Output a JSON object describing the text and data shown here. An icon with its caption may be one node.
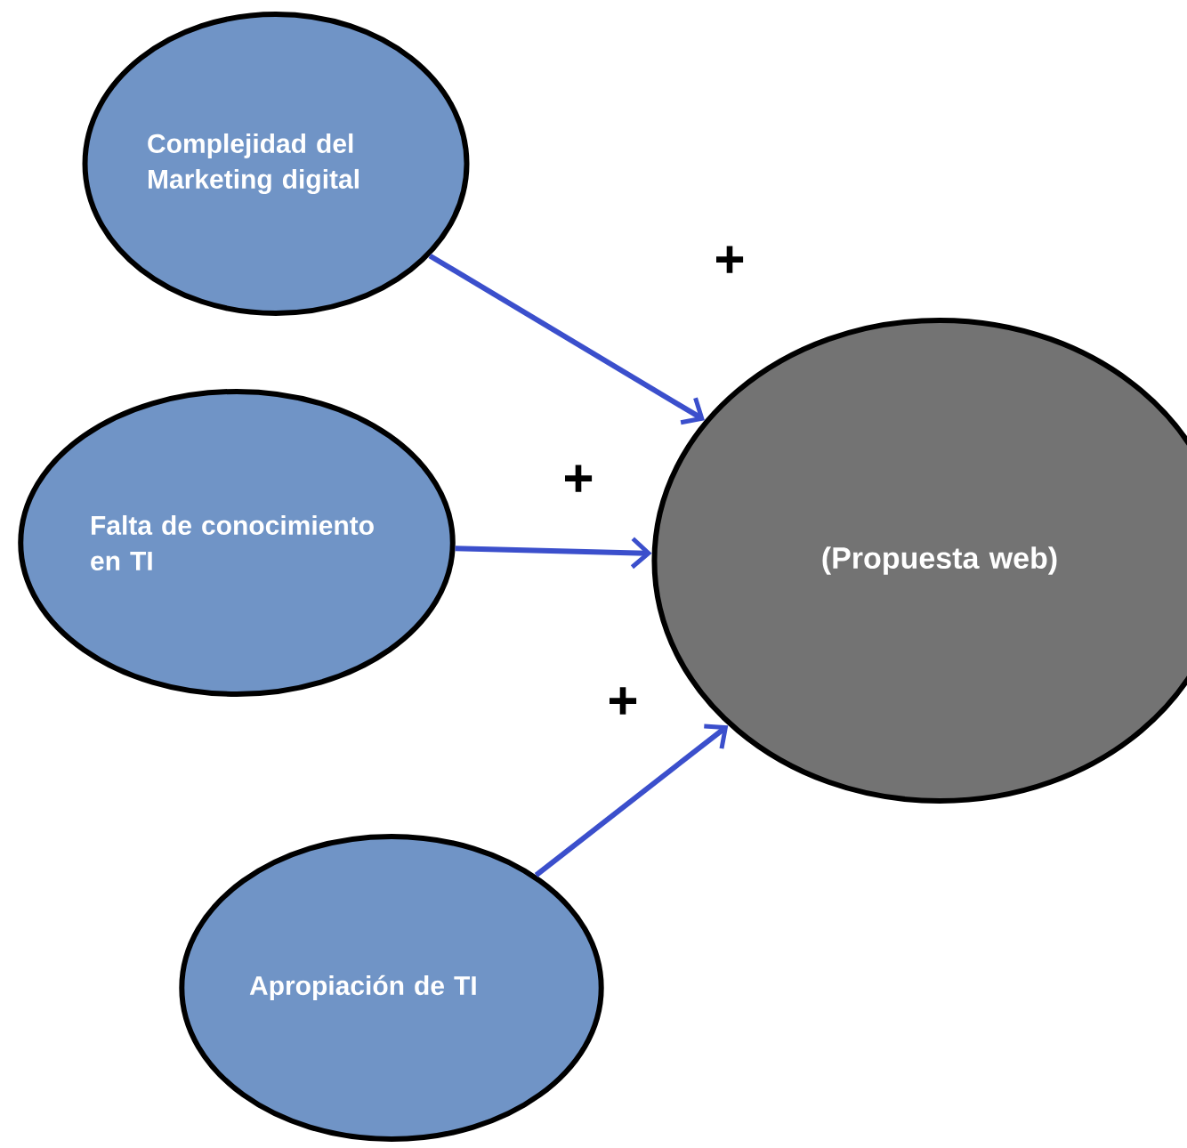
{
  "diagram": {
    "nodes": [
      {
        "text": [
          "Complejidad del Marketing digital"
        ]
      },
      {
        "text": [
          "Falta de conocimiento en TI"
        ]
      },
      {
        "text": [
          "Apropiación de TI"
        ]
      },
      {
        "text": [
          "(Propuesta web)"
        ]
      }
    ],
    "edges": [
      {
        "from": 0,
        "to": 3,
        "arrow": "to",
        "label": "+"
      },
      {
        "from": 1,
        "to": 3,
        "arrow": "to",
        "label": "+"
      },
      {
        "from": 2,
        "to": 3,
        "arrow": "to",
        "label": "+"
      }
    ]
  }
}
